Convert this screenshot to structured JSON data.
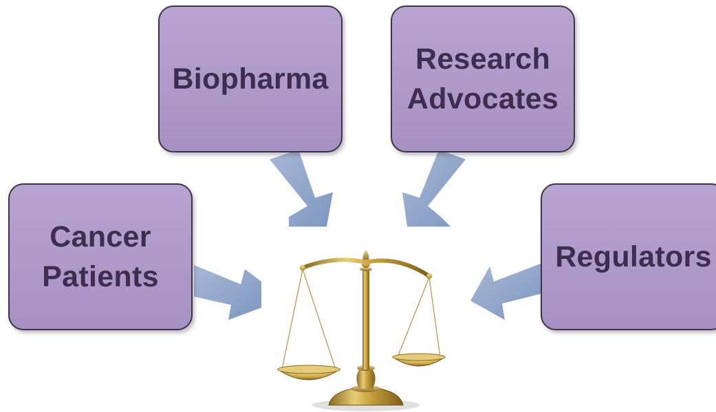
{
  "diagram": {
    "nodes": [
      {
        "id": "biopharma",
        "label": "Biopharma"
      },
      {
        "id": "research",
        "label": "Research\nAdvocates"
      },
      {
        "id": "cancer",
        "label": "Cancer\nPatients"
      },
      {
        "id": "regulators",
        "label": "Regulators"
      }
    ],
    "center": {
      "icon": "balance-scale-icon"
    },
    "arrows": [
      {
        "from": "biopharma",
        "to": "center"
      },
      {
        "from": "research",
        "to": "center"
      },
      {
        "from": "cancer",
        "to": "center"
      },
      {
        "from": "regulators",
        "to": "center"
      }
    ],
    "colors": {
      "box_fill": "#b0a0cc",
      "box_border": "#3d3346",
      "label_text": "#3d2d4f",
      "arrow_fill": "#8fa5c9",
      "scale_gold": "#c9a23e"
    }
  }
}
